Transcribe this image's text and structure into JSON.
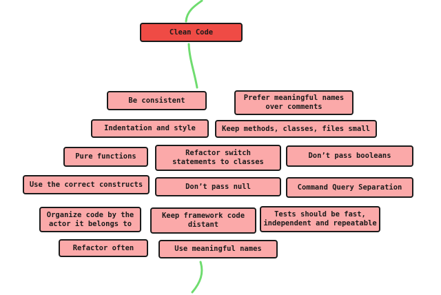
{
  "map": {
    "root": {
      "label": "Clean Code"
    },
    "principles": [
      {
        "label": "Be consistent"
      },
      {
        "label": "Prefer meaningful names\nover comments"
      },
      {
        "label": "Indentation and style"
      },
      {
        "label": "Keep methods, classes, files small"
      },
      {
        "label": "Pure functions"
      },
      {
        "label": "Refactor switch\nstatements to classes"
      },
      {
        "label": "Don’t pass booleans"
      },
      {
        "label": "Use the correct constructs"
      },
      {
        "label": "Don’t pass null"
      },
      {
        "label": "Command Query Separation"
      },
      {
        "label": "Organize code by the\nactor it belongs to"
      },
      {
        "label": "Keep framework code\ndistant"
      },
      {
        "label": "Tests should be fast,\nindependent and repeatable"
      },
      {
        "label": "Refactor often"
      },
      {
        "label": "Use meaningful names"
      }
    ]
  },
  "colors": {
    "root_fill": "#ef4b45",
    "node_fill": "#fba9a9",
    "border": "#1a1a1a",
    "connector": "#6fdc6f"
  }
}
